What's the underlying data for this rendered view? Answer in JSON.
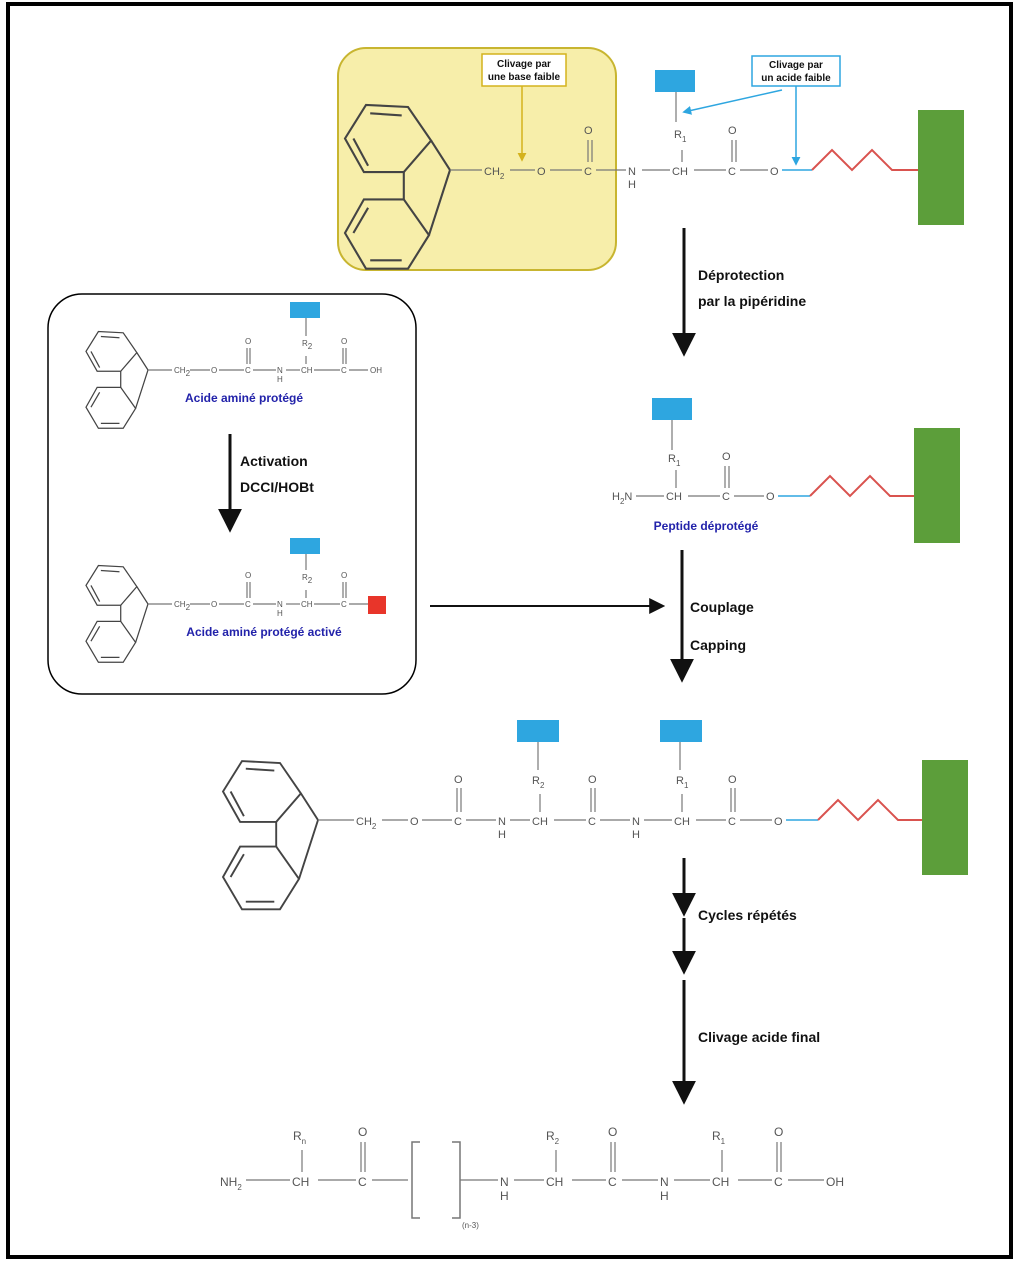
{
  "steps": {
    "deprotection_line1": "Déprotection",
    "deprotection_line2": "par la pipéridine",
    "activation_line1": "Activation",
    "activation_line2": "DCCI/HOBt",
    "coupling_line1": "Couplage",
    "coupling_line2": "Capping",
    "cycles": "Cycles répétés",
    "final_cleavage": "Clivage acide final"
  },
  "callouts": {
    "base_line1": "Clivage par",
    "base_line2": "une base faible",
    "acid_line1": "Clivage par",
    "acid_line2": "un acide faible"
  },
  "captions": {
    "protected_aa": "Acide aminé protégé",
    "activated_aa": "Acide aminé protégé activé",
    "deprotected_peptide": "Peptide déprotégé"
  },
  "atoms": {
    "ch2": "CH",
    "ch2_sub": "2",
    "o": "O",
    "c": "C",
    "n": "N",
    "h": "H",
    "ch": "CH",
    "r": "R",
    "r1_sub": "1",
    "r2_sub": "2",
    "rn_sub": "n",
    "oh": "OH",
    "nh2": "NH",
    "h2n": "H",
    "h2n_n": "N",
    "nh": "N",
    "repeat_sub": "(n-3)"
  },
  "colors": {
    "protecting_group_box": "#f7eeaa",
    "protecting_group_border": "#c8b530",
    "side_chain_protection": "#2ea6e0",
    "resin": "#5c9e3a",
    "linker": "#d9534f",
    "activating_group": "#e8352a",
    "base_arrow": "#d4b21d",
    "acid_arrow": "#2ea6e0",
    "caption_text": "#2222aa"
  },
  "icons": {
    "fmoc": "fluorenyl-ring-icon",
    "resin": "resin-bead-icon",
    "side_chain_pg": "side-chain-protecting-group-icon",
    "activator": "activating-group-icon"
  }
}
